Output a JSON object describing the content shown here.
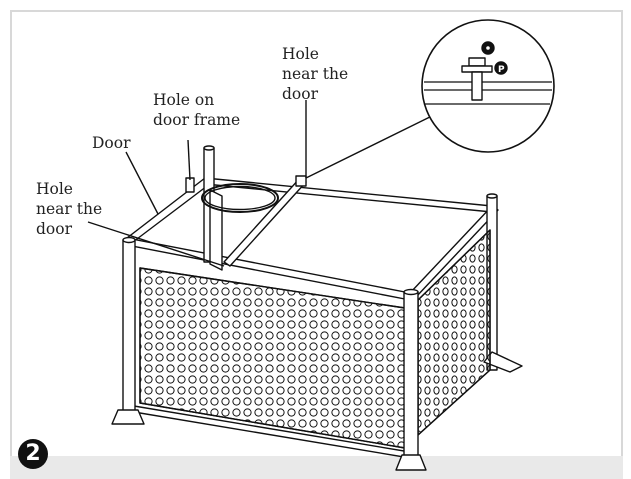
{
  "labels": {
    "hole_near_door_top": "Hole\nnear the\ndoor",
    "hole_on_door_frame": "Hole on\ndoor frame",
    "door": "Door",
    "hole_near_door_left": "Hole\nnear the\ndoor"
  },
  "callout": {
    "part_o": "O",
    "part_p": "P"
  },
  "step_number": "2",
  "colors": {
    "line": "#111111",
    "frame_border": "#d8d8d8",
    "band": "#e9e9e9"
  }
}
